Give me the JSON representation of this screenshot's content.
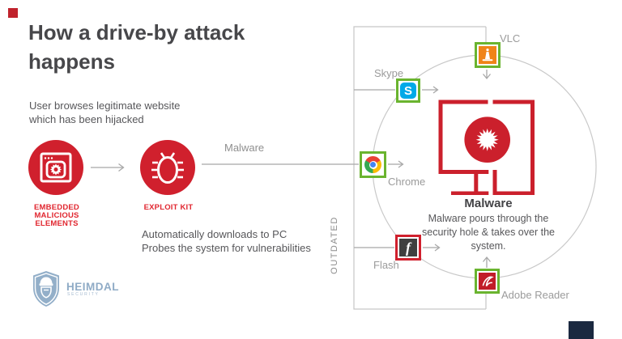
{
  "title": {
    "line1": "How a drive-by attack",
    "line2": "happens"
  },
  "intro": {
    "line1": "User browses legitimate website",
    "line2": "which has been hijacked"
  },
  "steps": [
    {
      "icon": "browser-malware-icon",
      "label_line1": "EMBEDDED MALICIOUS",
      "label_line2": "ELEMENTS"
    },
    {
      "icon": "bug-icon",
      "label_line1": "EXPLOIT KIT",
      "label_line2": ""
    }
  ],
  "malware_arrow_label": "Malware",
  "exploit_details": {
    "line1": "Automatically downloads to PC",
    "line2": "Probes the system for vulnerabilities"
  },
  "diagram": {
    "outdated_label": "OUTDATED",
    "apps": [
      {
        "name": "VLC",
        "icon": "vlc-cone-icon"
      },
      {
        "name": "Skype",
        "icon": "skype-icon",
        "glyph": "S"
      },
      {
        "name": "Chrome",
        "icon": "chrome-icon"
      },
      {
        "name": "Flash",
        "icon": "flash-icon",
        "glyph": "f"
      },
      {
        "name": "Adobe Reader",
        "icon": "adobe-reader-icon"
      }
    ],
    "malware": {
      "heading": "Malware",
      "desc_line1": "Malware pours through the",
      "desc_line2": "security hole & takes over the",
      "desc_line3": "system."
    }
  },
  "brand": {
    "name": "HEIMDAL",
    "tagline": "SECURITY",
    "icon": "viking-shield-icon"
  },
  "colors": {
    "brand_red": "#d0202d",
    "label_red": "#e12730",
    "accent_green_border": "#6ab42f",
    "skype_blue": "#00a9e8",
    "vlc_orange": "#f08418",
    "flash_dark": "#3f3f3f",
    "adobe_red": "#c11d28",
    "line_gray": "#c8c8c8",
    "text_dark": "#47474a",
    "text_gray": "#9b9b9b",
    "logo_steel_blue": "#8fabc6",
    "corner_navy": "#1b2940"
  }
}
